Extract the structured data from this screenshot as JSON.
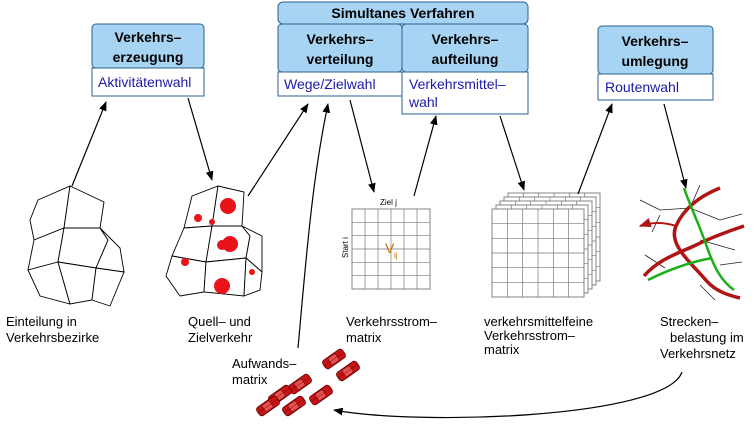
{
  "simultanes": {
    "label": "Simultanes Verfahren"
  },
  "stages": [
    {
      "title1": "Verkehrs–",
      "title2": "erzeugung",
      "sub1": "Aktivitätenwahl",
      "sub2": ""
    },
    {
      "title1": "Verkehrs–",
      "title2": "verteilung",
      "sub1": "Wege/Zielwahl",
      "sub2": ""
    },
    {
      "title1": "Verkehrs–",
      "title2": "aufteilung",
      "sub1": "Verkehrsmittel–",
      "sub2": "wahl"
    },
    {
      "title1": "Verkehrs–",
      "title2": "umlegung",
      "sub1": "Routenwahl",
      "sub2": ""
    }
  ],
  "captions": {
    "einteilung": [
      "Einteilung in",
      "Verkehrsbezirke"
    ],
    "quell": [
      "Quell– und",
      "Zielverkehr"
    ],
    "aufwand": [
      "Aufwands–",
      "matrix"
    ],
    "strommatrix": [
      "Verkehrsstrom–",
      "matrix"
    ],
    "feine": [
      "verkehrsmittelfeine",
      "Verkehrsstrom–",
      "matrix"
    ],
    "strecken": [
      "Strecken–",
      "belastung im",
      "Verkehrsnetz"
    ]
  },
  "matrix": {
    "ziel": "Ziel j",
    "start": "Start i",
    "v": "V",
    "v_sub": "ij"
  },
  "colors": {
    "box_fill": "#a8d4f4",
    "box_stroke": "#2a5f8f",
    "sub_text": "#1a1aa6",
    "dot": "#e8141a",
    "route_red": "#b01515",
    "route_green": "#18b018",
    "car": "#c41414"
  }
}
